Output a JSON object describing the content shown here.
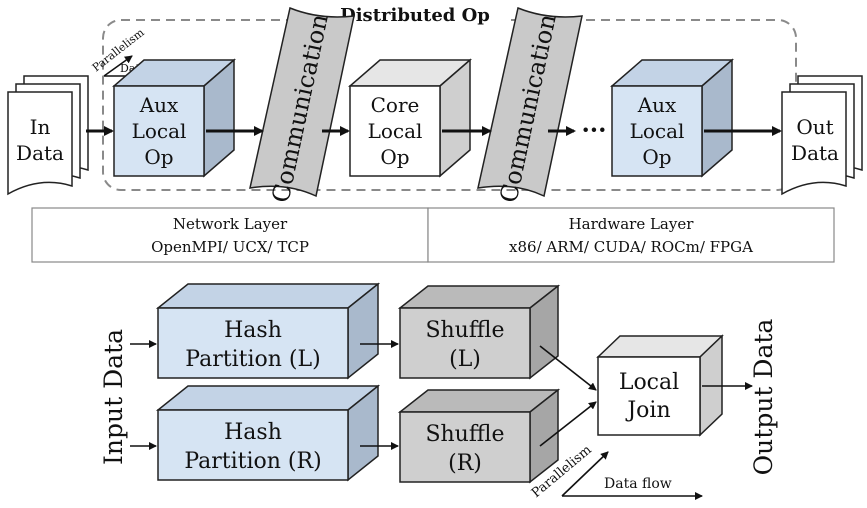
{
  "top": {
    "title": "Distributed Op",
    "parallelism_label": "Parallelism",
    "dataflow_label": "Data flow",
    "in_doc": [
      "In",
      "Data"
    ],
    "out_doc": [
      "Out",
      "Data"
    ],
    "aux_left": [
      "Aux",
      "Local",
      "Op"
    ],
    "core": [
      "Core",
      "Local",
      "Op"
    ],
    "aux_right": [
      "Aux",
      "Local",
      "Op"
    ],
    "communication_1": "Communication",
    "communication_2": "Communication",
    "ellipsis": "···"
  },
  "layers": {
    "network_title": "Network Layer",
    "network_sub": "OpenMPI/ UCX/ TCP",
    "hardware_title": "Hardware Layer",
    "hardware_sub": "x86/ ARM/ CUDA/ ROCm/ FPGA"
  },
  "bottom": {
    "input_label": "Input Data",
    "output_label": "Output Data",
    "hash_l": [
      "Hash",
      "Partition (L)"
    ],
    "hash_r": [
      "Hash",
      "Partition (R)"
    ],
    "shuffle_l": [
      "Shuffle",
      "(L)"
    ],
    "shuffle_r": [
      "Shuffle",
      "(R)"
    ],
    "join": [
      "Local",
      "Join"
    ],
    "parallelism_label": "Parallelism",
    "dataflow_label": "Data flow"
  },
  "colors": {
    "aux_face": "#d6e4f3",
    "aux_side": "#a9b9cc",
    "aux_top": "#c3d3e6",
    "gray_face": "#cfcfcf",
    "gray_side": "#a6a6a6",
    "gray_top": "#bababa",
    "white_face": "#ffffff",
    "white_side": "#cfcfcf",
    "white_top": "#e6e6e6",
    "ribbon": "#c9c9c9",
    "dashed": "#8a8a8a"
  }
}
